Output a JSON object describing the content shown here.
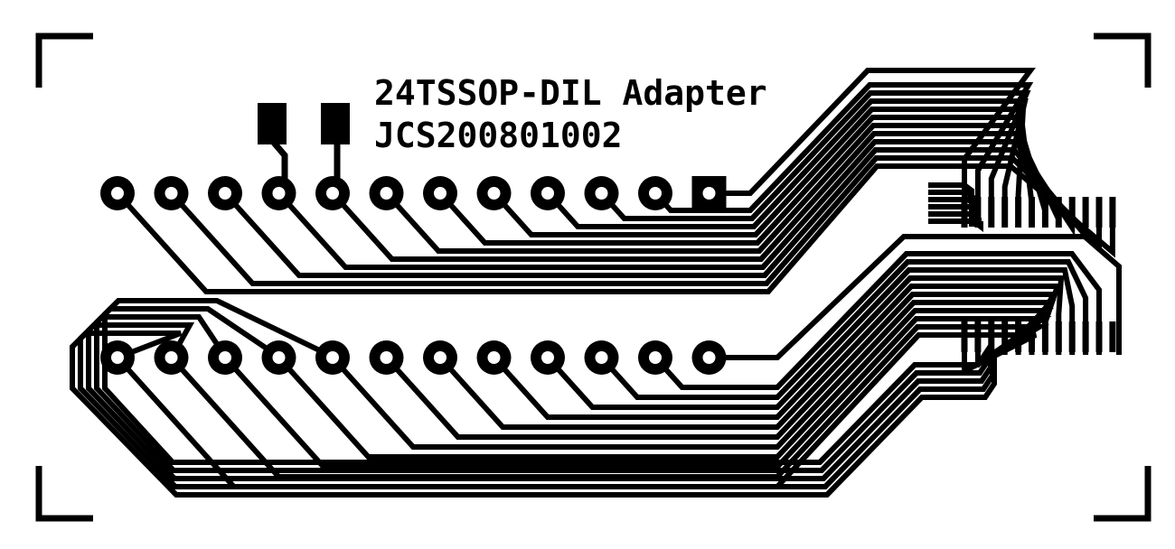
{
  "board": {
    "title_line1": "24TSSOP-DIL Adapter",
    "title_line2": "JCS200801002"
  },
  "dil": {
    "pins_per_row": 12,
    "pin1_shape": "square"
  },
  "tssop": {
    "pads_per_row": 12
  },
  "colors": {
    "copper": "#000000",
    "background": "#ffffff"
  }
}
